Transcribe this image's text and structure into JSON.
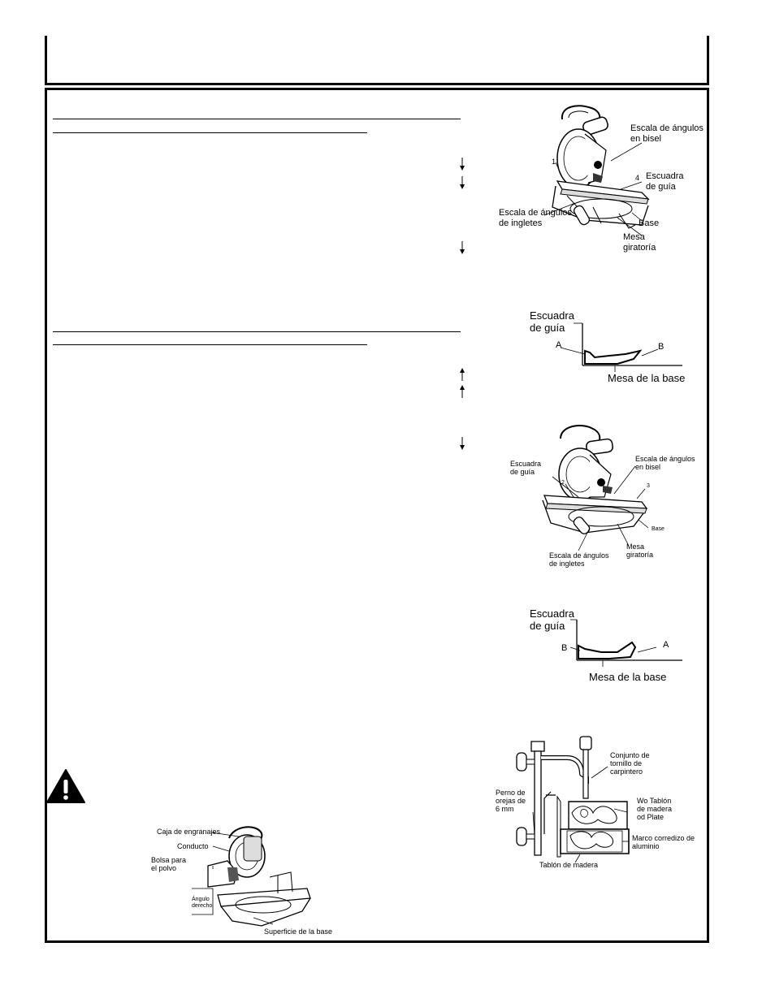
{
  "fig1": {
    "bevel_scale": "Escala de ángulos\nen bisel",
    "fence": "Escuadra\nde guía",
    "miter_scale": "Escala de ángulos\nde ingletes",
    "base": "Base",
    "table": "Mesa\ngiratoría",
    "num1": "1",
    "num4": "4"
  },
  "fig2": {
    "fence": "Escuadra\nde guía",
    "a": "A",
    "b": "B",
    "base_table": "Mesa de la base"
  },
  "fig3": {
    "fence": "Escuadra\nde guía",
    "bevel_scale": "Escala de ángulos\nen bisel",
    "num2": "2",
    "num3": "3",
    "base": "Base",
    "miter_scale": "Escala de ángulos\nde ingletes",
    "table": "Mesa\ngiratoría"
  },
  "fig4": {
    "fence": "Escuadra\nde guía",
    "b": "B",
    "a": "A",
    "base_table": "Mesa de la base"
  },
  "fig5": {
    "clamp": "Conjunto de\ntornillo de\ncarpintero",
    "bolt": "Perno de\norejas de\n6 mm",
    "plank_plate": "Wo Tablón\nde madera\nod Plate",
    "rail": "Marco corredizo de\naluminio",
    "plank": "Tablón de madera"
  },
  "fig6": {
    "gearbox": "Caja de engranajes",
    "duct": "Conducto",
    "bag": "Bolsa para\nel polvo",
    "right_angle": "Ángulo\nderecho",
    "base_surface": "Superficie de la base"
  }
}
